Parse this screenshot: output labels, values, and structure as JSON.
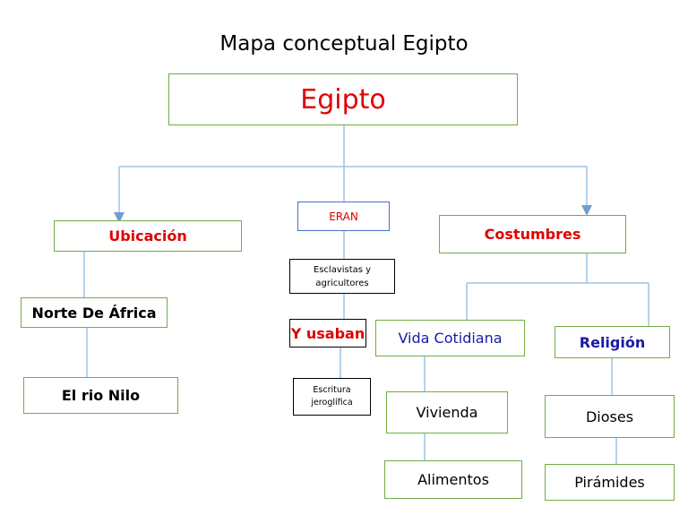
{
  "title": "Mapa conceptual Egipto",
  "nodes": {
    "root": "Egipto",
    "ubicacion": "Ubicación",
    "norte_africa": "Norte De África",
    "rio_nilo": "El rio Nilo",
    "eran": "ERAN",
    "esclavistas": "Esclavistas y agricultores",
    "y_usaban": "Y usaban",
    "escritura": "Escritura jeroglífica",
    "costumbres": "Costumbres",
    "vida_cotidiana": "Vida Cotidiana",
    "vivienda": "Vivienda",
    "alimentos": "Alimentos",
    "religion": "Religión",
    "dioses": "Dioses",
    "piramides": "Pirámides"
  },
  "colors": {
    "green_border": "#70ad47",
    "blue_border": "#4472c4",
    "connector": "#9dc3e6",
    "red_text": "#e00000",
    "navy_text": "#1a1aa6"
  }
}
